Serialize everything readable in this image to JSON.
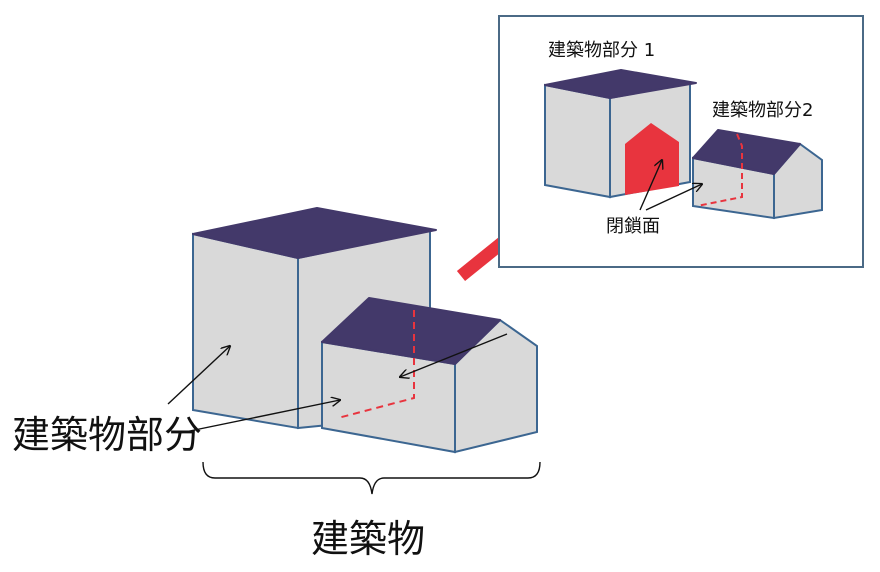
{
  "labels": {
    "building_part": "建築物部分",
    "building": "建築物",
    "part_1": "建築物部分 1",
    "part_2": "建築物部分2",
    "closed_surface": "閉鎖面"
  },
  "colors": {
    "roof": "#43396a",
    "wall": "#d9d9d9",
    "outline": "#3c6691",
    "highlight": "#e8343e",
    "inset_border": "#4b6a86",
    "arrow": "#e8343e"
  }
}
